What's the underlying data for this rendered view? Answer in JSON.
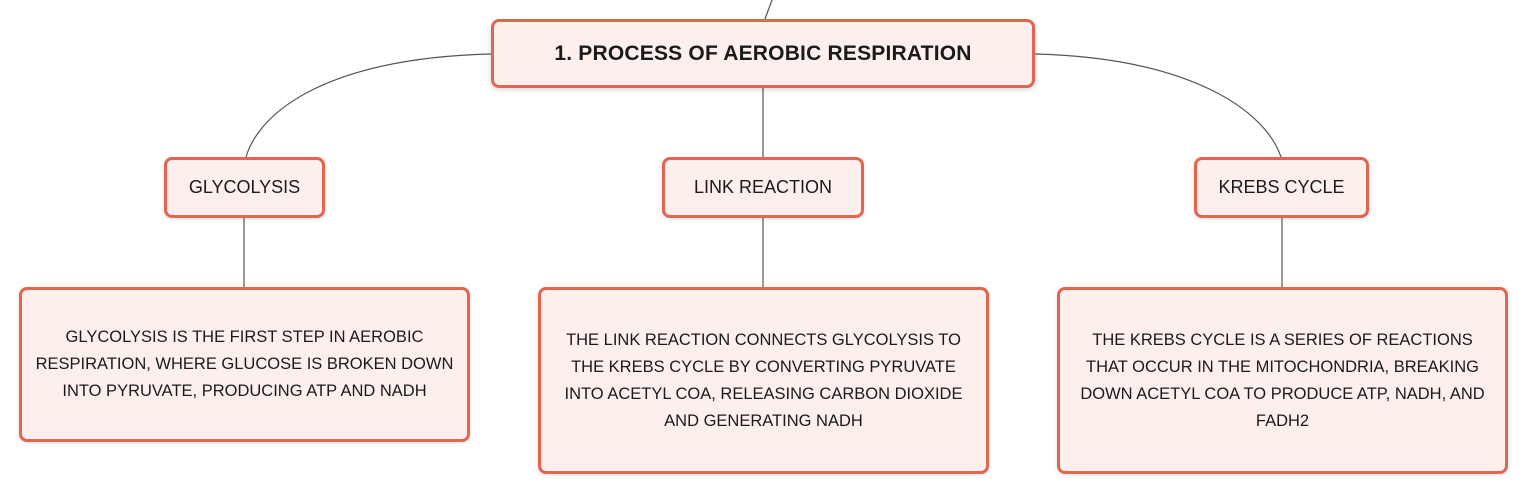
{
  "root": {
    "label": "1. PROCESS OF AEROBIC RESPIRATION"
  },
  "topics": [
    {
      "label": "GLYCOLYSIS",
      "detail": "GLYCOLYSIS IS THE FIRST STEP IN AEROBIC RESPIRATION, WHERE GLUCOSE IS BROKEN DOWN INTO PYRUVATE, PRODUCING ATP AND NADH"
    },
    {
      "label": "LINK REACTION",
      "detail": "THE LINK REACTION CONNECTS GLYCOLYSIS TO THE KREBS CYCLE BY CONVERTING PYRUVATE INTO ACETYL COA, RELEASING CARBON DIOXIDE AND GENERATING NADH"
    },
    {
      "label": "KREBS CYCLE",
      "detail": "THE KREBS CYCLE IS A SERIES OF REACTIONS THAT OCCUR IN THE MITOCHONDRIA, BREAKING DOWN ACETYL COA TO PRODUCE ATP, NADH, AND FADH2"
    }
  ],
  "colors": {
    "node_border": "#e26550",
    "node_fill": "#fdf0ec",
    "connector": "#555555"
  }
}
